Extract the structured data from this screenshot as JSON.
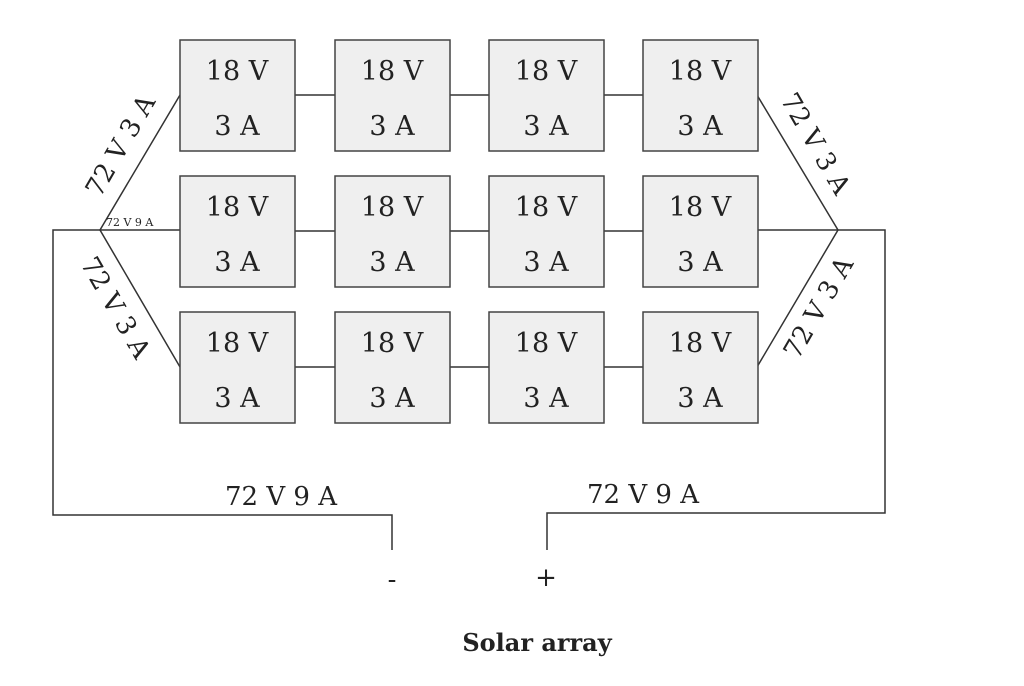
{
  "title": "Solar array",
  "cells": [
    {
      "voltage": "18 V",
      "current": "3 A"
    },
    {
      "voltage": "18 V",
      "current": "3 A"
    },
    {
      "voltage": "18 V",
      "current": "3 A"
    },
    {
      "voltage": "18 V",
      "current": "3 A"
    },
    {
      "voltage": "18 V",
      "current": "3 A"
    },
    {
      "voltage": "18 V",
      "current": "3 A"
    },
    {
      "voltage": "18 V",
      "current": "3 A"
    },
    {
      "voltage": "18 V",
      "current": "3 A"
    },
    {
      "voltage": "18 V",
      "current": "3 A"
    },
    {
      "voltage": "18 V",
      "current": "3 A"
    },
    {
      "voltage": "18 V",
      "current": "3 A"
    },
    {
      "voltage": "18 V",
      "current": "3 A"
    }
  ],
  "string_labels": {
    "left_top": "72 V 3 A",
    "left_bottom": "72 V 3 A",
    "right_top": "72 V 3 A",
    "right_bottom": "72 V 3 A",
    "left_junction": "72 V 9 A"
  },
  "output_labels": {
    "negative_wire": "72 V 9 A",
    "positive_wire": "72 V 9 A"
  },
  "terminals": {
    "negative": "-",
    "positive": "+"
  }
}
